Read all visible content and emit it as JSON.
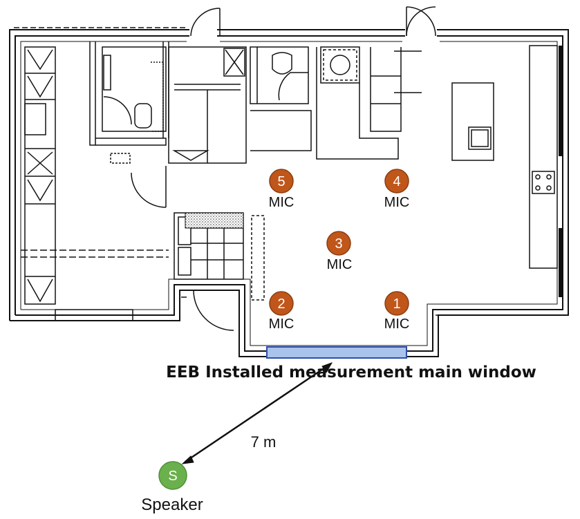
{
  "diagram": {
    "caption": "EEB Installed measurement main window",
    "distance_label": "7 m",
    "speaker": {
      "symbol": "S",
      "label": "Speaker"
    },
    "mic_label": "MIC",
    "mics": [
      {
        "number": "1"
      },
      {
        "number": "2"
      },
      {
        "number": "3"
      },
      {
        "number": "4"
      },
      {
        "number": "5"
      }
    ],
    "colors": {
      "mic_fill": "#c0561a",
      "speaker_fill": "#6ab04c",
      "window_fill": "#a9c3ec",
      "wall": "#111111"
    }
  }
}
